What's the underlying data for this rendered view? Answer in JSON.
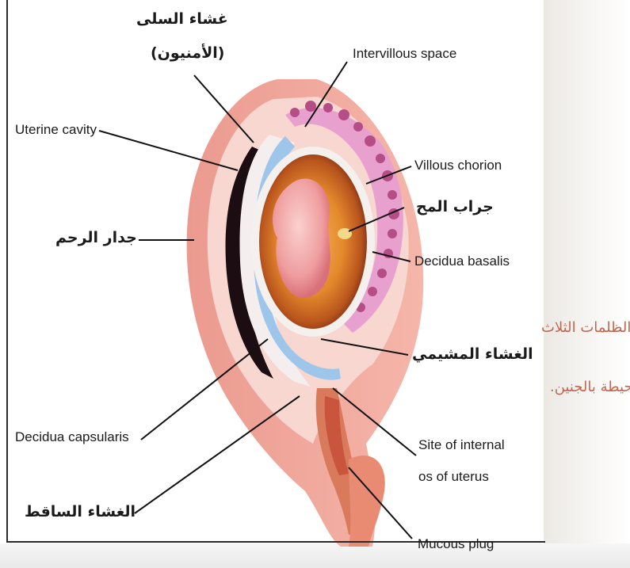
{
  "labels": {
    "amnion_ar_line1": "غشاء السلى",
    "amnion_ar_line2": "(الأمنيون)",
    "intervillous_space": "Intervillous space",
    "uterine_cavity": "Uterine cavity",
    "villous_chorion": "Villous chorion",
    "yolk_sac_ar": "جراب المح",
    "uterine_wall_ar": "جدار الرحم",
    "decidua_basalis": "Decidua basalis",
    "chorion_ar": "الغشاء المشيمي",
    "decidua_capsularis": "Decidua capsularis",
    "internal_os_line1": "Site of internal",
    "internal_os_line2": "os of uterus",
    "decidua_ar": "الغشاء الساقط",
    "mucous_plug": "Mucous plug"
  },
  "side_caption": {
    "line1": "الظلمات الثلاث",
    "line2": "المحيطة بالجنين."
  },
  "colors": {
    "uterine_wall": "#f0a79c",
    "decidua": "#f6cfc6",
    "chorion_blue": "#9ec6ea",
    "villi_pink": "#e8a0cf",
    "dark_band": "#1c0d12",
    "amniotic_orange": "#e08a2e",
    "embryo": "#f1a9a8",
    "yolk_sac": "#f3d98a",
    "side_text": "#c4664f"
  }
}
